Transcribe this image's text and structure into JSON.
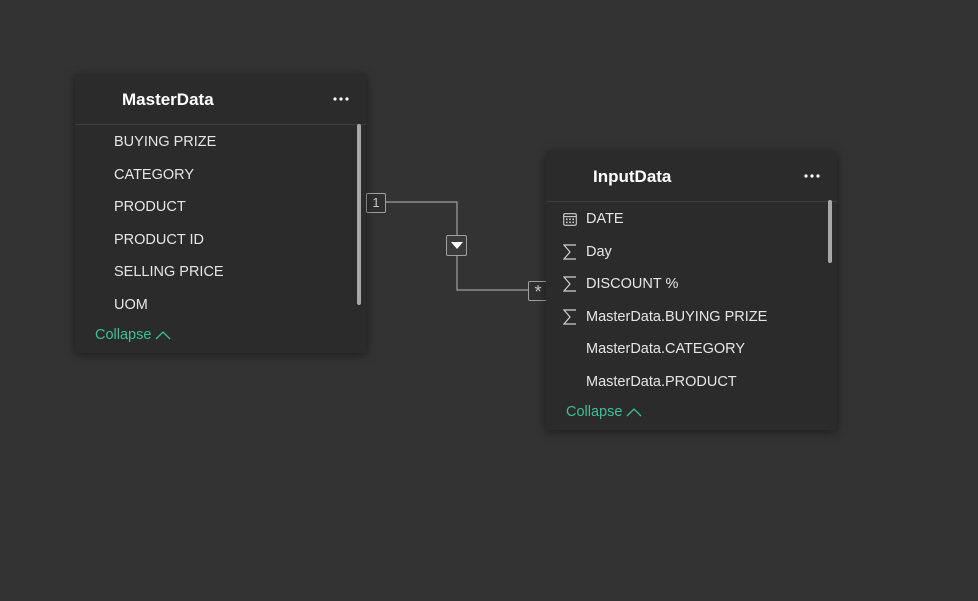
{
  "tables": {
    "master": {
      "title": "MasterData",
      "fields": [
        {
          "label": "BUYING PRIZE",
          "icon": "none"
        },
        {
          "label": "CATEGORY",
          "icon": "none"
        },
        {
          "label": "PRODUCT",
          "icon": "none"
        },
        {
          "label": "PRODUCT ID",
          "icon": "none"
        },
        {
          "label": "SELLING PRICE",
          "icon": "none"
        },
        {
          "label": "UOM",
          "icon": "none"
        }
      ],
      "collapse_label": "Collapse"
    },
    "input": {
      "title": "InputData",
      "fields": [
        {
          "label": "DATE",
          "icon": "calendar-icon"
        },
        {
          "label": "Day",
          "icon": "sigma-icon"
        },
        {
          "label": "DISCOUNT %",
          "icon": "sigma-icon"
        },
        {
          "label": "MasterData.BUYING PRIZE",
          "icon": "sigma-icon"
        },
        {
          "label": "MasterData.CATEGORY",
          "icon": "none"
        },
        {
          "label": "MasterData.PRODUCT",
          "icon": "none"
        }
      ],
      "collapse_label": "Collapse"
    }
  },
  "relationship": {
    "from_cardinality": "1",
    "to_cardinality": "*",
    "filter_direction_icon": "triangle-down-icon"
  },
  "colors": {
    "canvas": "#333333",
    "card": "#2b2b2b",
    "accent": "#3cbf95",
    "line": "#a0a0a0"
  }
}
